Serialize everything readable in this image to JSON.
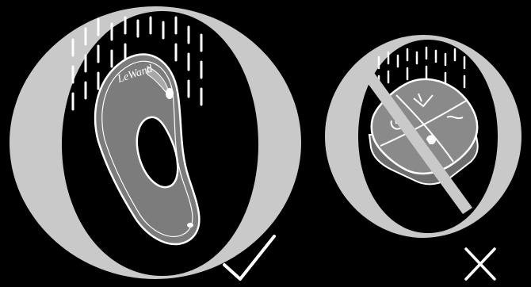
{
  "brand_mark": "LeWand",
  "panels": [
    {
      "name": "water-resistant-ring",
      "status": "allowed",
      "status_icon": "check-mark-icon"
    },
    {
      "name": "remote-not-water-resistant",
      "status": "not-allowed",
      "status_icon": "cross-mark-icon"
    }
  ],
  "colors": {
    "background": "#000000",
    "ring": "#c9c9c9",
    "device_body": "#7c7c7c",
    "line": "#ffffff"
  }
}
